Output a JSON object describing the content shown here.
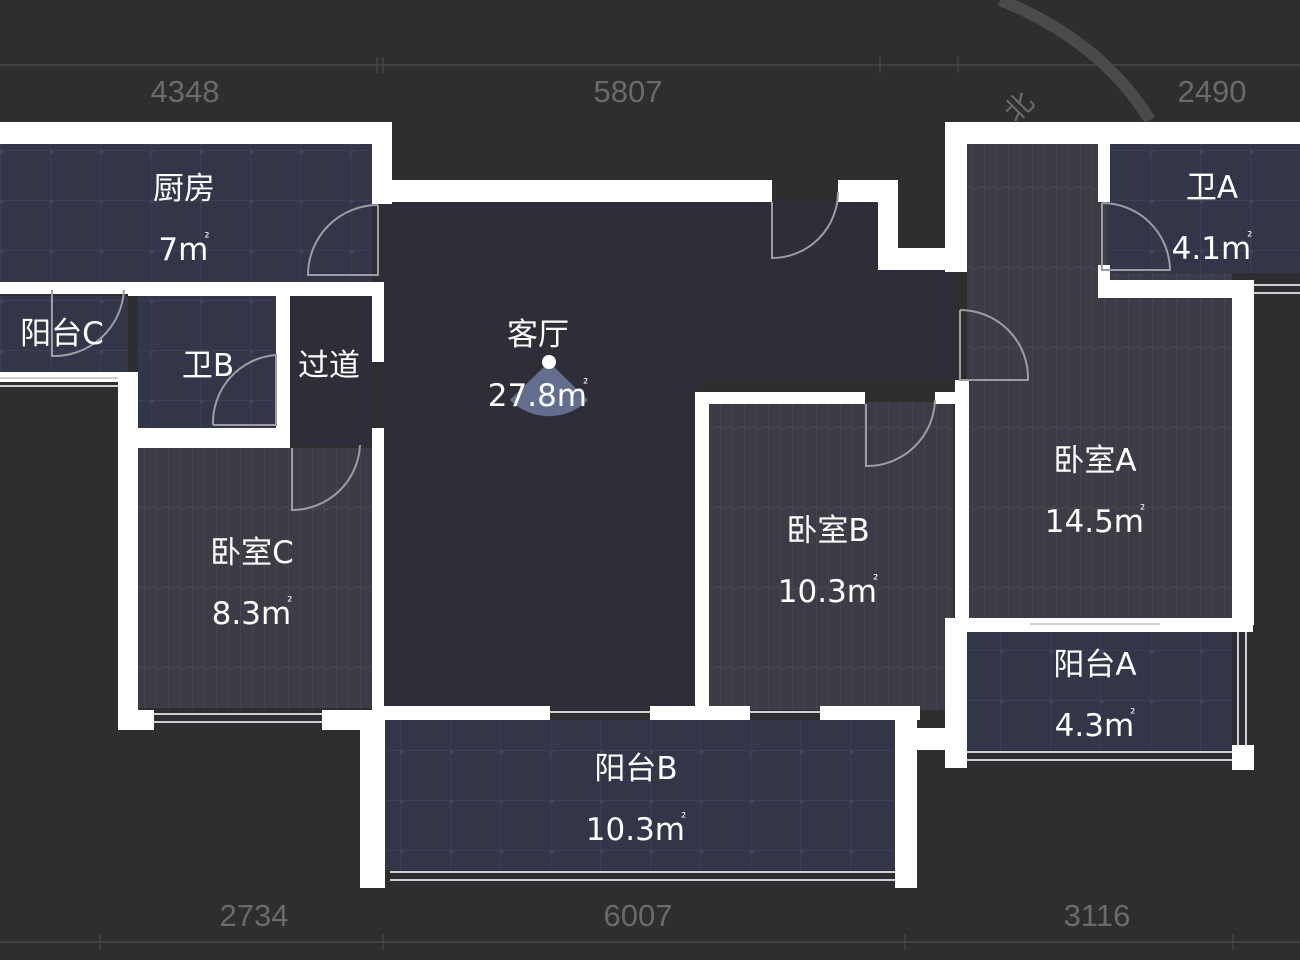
{
  "plan": {
    "theme": {
      "background": "#2e2e30",
      "wall": "#ffffff",
      "tile_floor": "#333649",
      "wood_floor": "#3c3c46",
      "living_floor": "#2f2e38",
      "dimension_text": "#6a6a6c"
    },
    "compass": {
      "label": "北",
      "icon": "north-indicator-icon"
    },
    "dimensions_top": [
      "4348",
      "5807",
      "2490"
    ],
    "dimensions_bottom": [
      "2734",
      "6007",
      "3116"
    ],
    "rooms": {
      "kitchen": {
        "name": "厨房",
        "area": "7",
        "unit": "m",
        "sup": "²"
      },
      "living": {
        "name": "客厅",
        "area": "27.8",
        "unit": "m",
        "sup": "²"
      },
      "bathA": {
        "name": "卫A",
        "area": "4.1",
        "unit": "m",
        "sup": "²"
      },
      "balconyC": {
        "name": "阳台C"
      },
      "bathB": {
        "name": "卫B"
      },
      "corridor": {
        "name": "过道"
      },
      "bedroomA": {
        "name": "卧室A",
        "area": "14.5",
        "unit": "m",
        "sup": "²"
      },
      "bedroomB": {
        "name": "卧室B",
        "area": "10.3",
        "unit": "m",
        "sup": "²"
      },
      "bedroomC": {
        "name": "卧室C",
        "area": "8.3",
        "unit": "m",
        "sup": "²"
      },
      "balconyA": {
        "name": "阳台A",
        "area": "4.3",
        "unit": "m",
        "sup": "²"
      },
      "balconyB": {
        "name": "阳台B",
        "area": "10.3",
        "unit": "m",
        "sup": "²"
      }
    },
    "viewpoint": {
      "icon": "camera-viewpoint-icon",
      "room": "客厅"
    }
  }
}
